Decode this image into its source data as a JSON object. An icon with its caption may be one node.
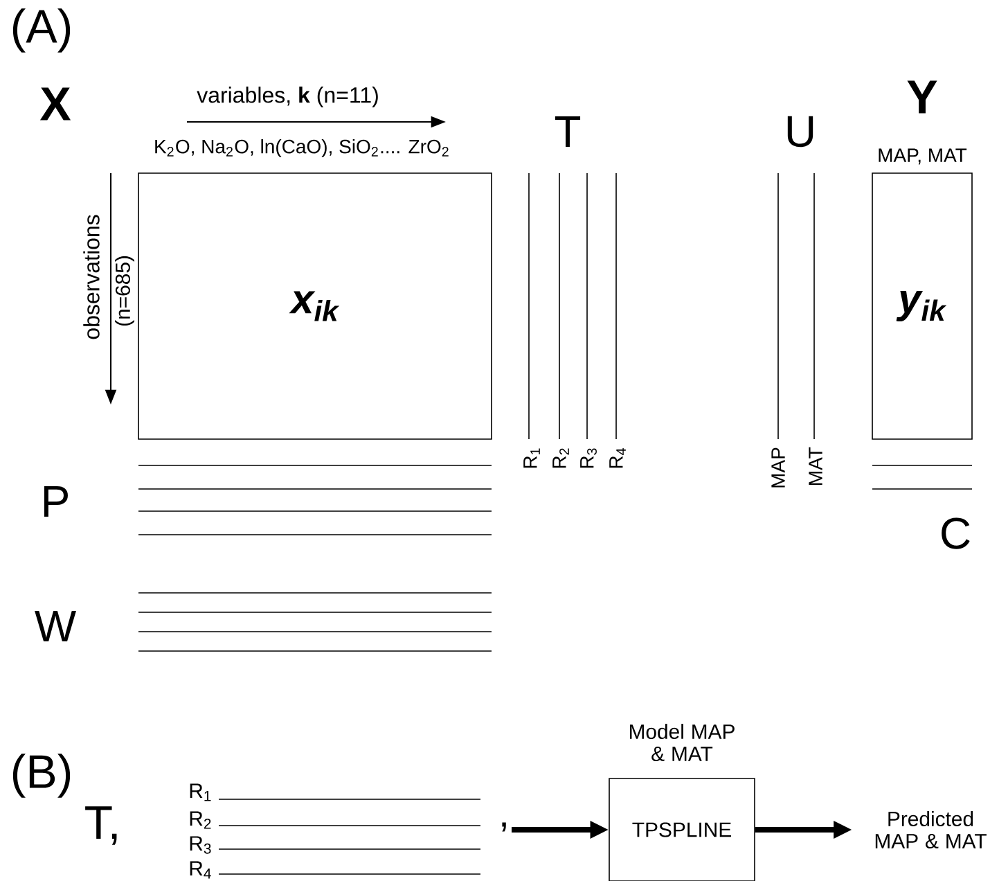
{
  "diagram": {
    "nodes": [
      {
        "text": [
          "X",
          "x$_{ik}$"
        ]
      },
      {
        "text": [
          "Y",
          "MAP, MAT",
          "y$_{ik}$"
        ]
      },
      {
        "text": [
          "Model MAP & MAT",
          "TPSPLINE"
        ]
      },
      {
        "text": [
          "Predicted MAP & MAT"
        ]
      },
      {
        "text": [
          ","
        ]
      }
    ],
    "edges": [
      {
        "from": 4,
        "to": 2,
        "arrow": "to"
      },
      {
        "from": 2,
        "to": 3,
        "arrow": "to"
      }
    ],
    "labels": [
      "(A)",
      "variables, **k** (n=11)",
      "K$_{2}$O, Na$_{2}$O, ln(CaO), SiO$_{2}$.... ZrO$_{2}$",
      "observations",
      "(n=685)",
      "T",
      "R$_{1}$",
      "R$_{2}$",
      "R$_{3}$",
      "R$_{4}$",
      "U",
      "MAP",
      "MAT",
      "P",
      "C",
      "W",
      "(B)",
      "T,",
      "R$_{1}$",
      "R$_{2}$",
      "R$_{3}$",
      "R$_{4}$"
    ]
  }
}
